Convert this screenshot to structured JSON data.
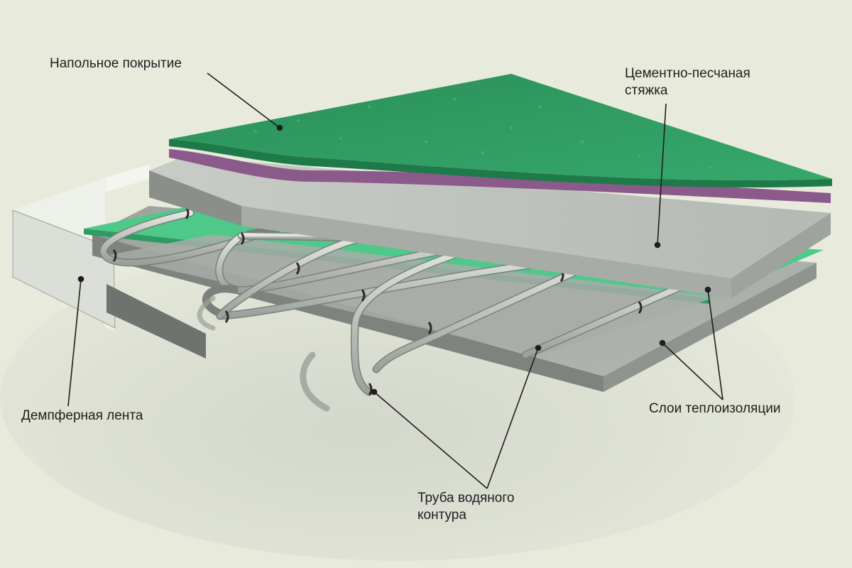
{
  "labels": {
    "floor_covering": "Напольное покрытие",
    "screed_line1": "Цементно-песчаная",
    "screed_line2": "стяжка",
    "damper_tape": "Демпферная лента",
    "insulation_layers": "Слои теплоизоляции",
    "pipe_line1": "Труба водяного",
    "pipe_line2": "контура"
  },
  "colors": {
    "background": "#e8ebdc",
    "floor_green": "#2f9a62",
    "underlay_purple": "#8a5a8a",
    "screed_gray": "#bfc3bd",
    "foil_green": "#4ec98a",
    "insulation_gray": "#a3a8a3",
    "pipe": "#c9cdc6",
    "leader_line": "#1e1e1e"
  }
}
